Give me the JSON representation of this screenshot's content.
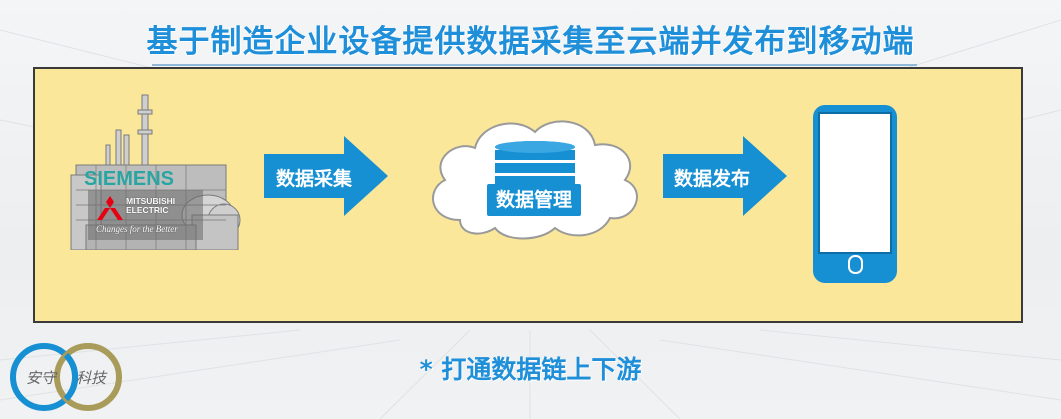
{
  "title": "基于制造企业设备提供数据采集至云端并发布到移动端",
  "diagram": {
    "factory": {
      "brands": [
        "SIEMENS",
        "MITSUBISHI",
        "ELECTRIC",
        "Changes for the Better"
      ]
    },
    "arrow_collect": "数据采集",
    "database_label": "数据管理",
    "arrow_publish": "数据发布"
  },
  "bullet": "*  打通数据链上下游",
  "logo": {
    "left": "安守",
    "right": "科技"
  },
  "colors": {
    "accent": "#1790d3",
    "panel": "#fbe79a",
    "title": "#1f8fd9"
  },
  "icons": [
    "factory-icon",
    "cloud-icon",
    "database-icon",
    "phone-icon",
    "arrow-right-icon"
  ]
}
